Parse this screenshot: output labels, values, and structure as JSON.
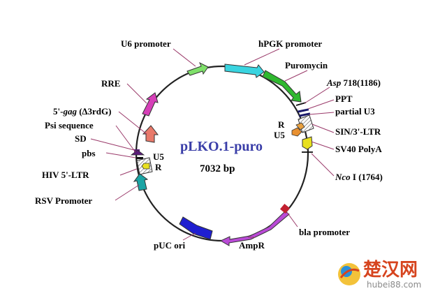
{
  "plasmid": {
    "name": "pLKO.1-puro",
    "size": "7032 bp"
  },
  "features": {
    "u6": "U6 promoter",
    "hpgk": "hPGK promoter",
    "puro": "Puromycin",
    "asp_name": "Asp",
    "asp_pos": "718(1186)",
    "ppt": "PPT",
    "partial_u3": "partial U3",
    "r_right": "R",
    "u5_right": "U5",
    "sin_ltr": "SIN/3'-LTR",
    "sv40": "SV40 PolyA",
    "nco_name": "Nco",
    "nco_pos": "I (1764)",
    "bla": "bla promoter",
    "ampr": "AmpR",
    "puc": "pUC ori",
    "rsv": "RSV Promoter",
    "hiv_ltr": "HIV 5'-LTR",
    "pbs": "pbs",
    "sd": "SD",
    "psi": "Psi sequence",
    "gag_prefix": "5'-",
    "gag_name": "gag",
    "gag_suffix": "(∆3rdG)",
    "rre": "RRE",
    "u5_left": "U5",
    "r_left": "R"
  },
  "colors": {
    "u6": "#7fe06a",
    "hpgk": "#39d4e0",
    "puro": "#2fb82f",
    "rre": "#d63fb8",
    "gag": "#e8796a",
    "psi": "#5a1a7a",
    "rsv": "#1aa5a5",
    "puc": "#1f1fd0",
    "ampr": "#b94ad6",
    "bla": "#c22030",
    "sv40": "#e8e020",
    "ltr_orange": "#e89030",
    "ppt": "#1a1a6a",
    "center_title": "#3a3ea8"
  },
  "watermark": {
    "text": "楚汉网",
    "url": "hubei88.com"
  }
}
